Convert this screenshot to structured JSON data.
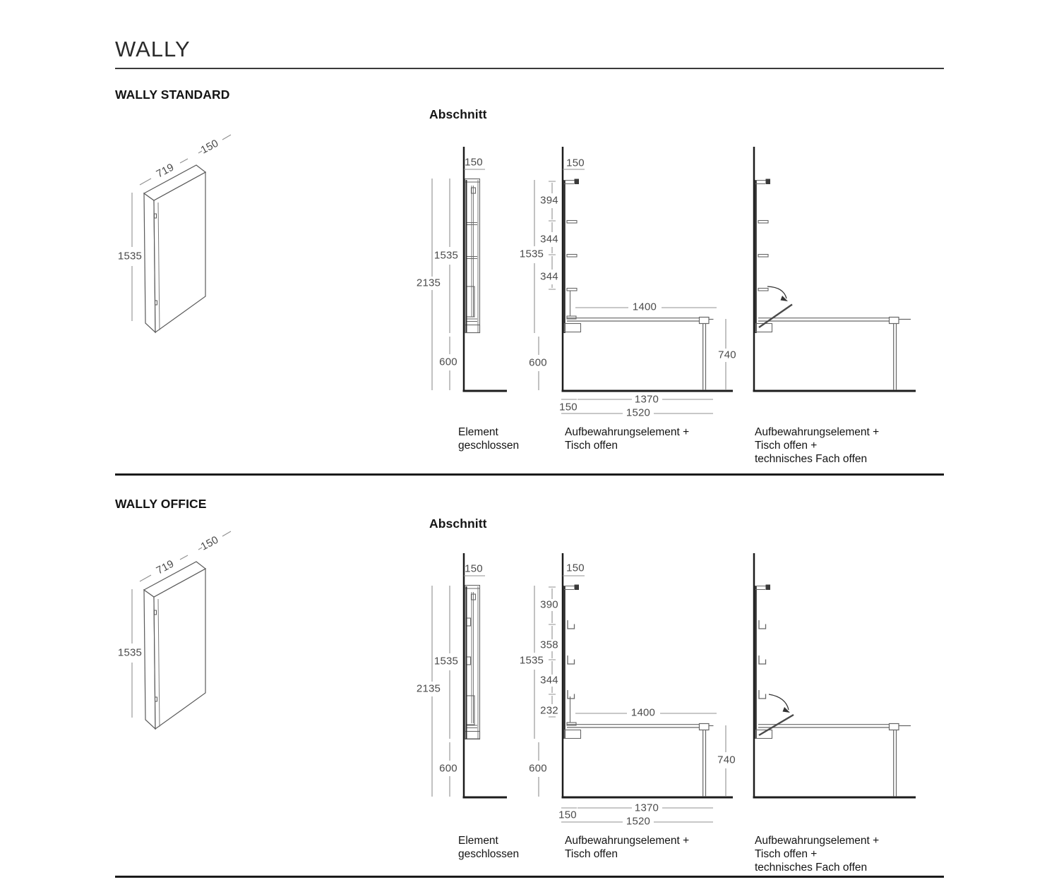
{
  "page": {
    "title": "WALLY"
  },
  "standard": {
    "heading": "WALLY STANDARD",
    "section_title": "Abschnitt",
    "perspective": {
      "width": "719",
      "depth": "150",
      "height": "1535"
    },
    "closed": {
      "depth": "150",
      "element_height": "1535",
      "total_height": "2135",
      "floor_clearance": "600",
      "caption": [
        "Element",
        "geschlossen"
      ]
    },
    "open": {
      "depth": "150",
      "segments": [
        "394",
        "344",
        "344"
      ],
      "element_height": "1535",
      "floor_clearance": "600",
      "table_length": "1400",
      "table_height": "740",
      "table_span": "1370",
      "wall_depth": "150",
      "total_span": "1520",
      "caption": [
        "Aufbewahrungselement +",
        "Tisch offen"
      ]
    },
    "tech": {
      "caption": [
        "Aufbewahrungselement +",
        "Tisch offen +",
        "technisches Fach offen"
      ]
    }
  },
  "office": {
    "heading": "WALLY OFFICE",
    "section_title": "Abschnitt",
    "perspective": {
      "width": "719",
      "depth": "150",
      "height": "1535"
    },
    "closed": {
      "depth": "150",
      "element_height": "1535",
      "total_height": "2135",
      "floor_clearance": "600",
      "caption": [
        "Element",
        "geschlossen"
      ]
    },
    "open": {
      "depth": "150",
      "segments": [
        "390",
        "358",
        "344",
        "232"
      ],
      "element_height": "1535",
      "floor_clearance": "600",
      "table_length": "1400",
      "table_height": "740",
      "table_span": "1370",
      "wall_depth": "150",
      "total_span": "1520",
      "caption": [
        "Aufbewahrungselement +",
        "Tisch offen"
      ]
    },
    "tech": {
      "caption": [
        "Aufbewahrungselement +",
        "Tisch offen +",
        "technisches Fach offen"
      ]
    }
  }
}
